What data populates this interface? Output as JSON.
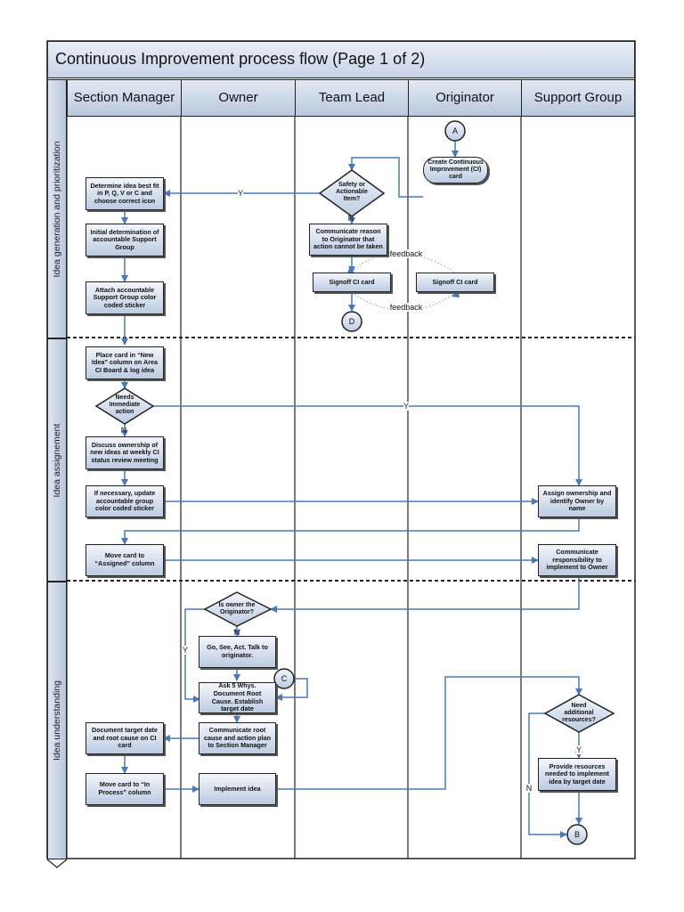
{
  "title": "Continuous Improvement process flow (Page 1 of 2)",
  "lanes": {
    "section_manager": "Section Manager",
    "owner": "Owner",
    "team_lead": "Team Lead",
    "originator": "Originator",
    "support_group": "Support Group"
  },
  "phases": {
    "idea_generation": "Idea generation and prioritization",
    "idea_assignment": "Idea assignement",
    "idea_understanding": "Idea understanding"
  },
  "nodes": {
    "create_ci_card": "Create Continuous Improvement (CI) card",
    "safety_decision": "Safety or Actionable Item?",
    "determine_fit": "Determine idea best fit in P, Q, V or C and choose correct icon",
    "initial_determination": "Initial determination of accountable Support Group",
    "attach_sticker": "Attach accountable Support Group color coded sticker",
    "communicate_reason": "Communicate reason to Originator that action cannot be taken",
    "signoff_tl": "Signoff CI card",
    "signoff_orig": "Signoff CI card",
    "place_card": "Place card  in “New Idea” column on Area CI Board & log idea",
    "needs_immediate": "Needs Immediate action",
    "discuss_ownership": "Discuss ownership of new ideas at weekly CI status review meeting",
    "update_sticker": "If necessary, update accountable  group color coded sticker",
    "assign_ownership": "Assign ownership and identify Owner by name",
    "move_assigned": "Move card to “Assigned” column",
    "communicate_responsibility": "Communicate responsibility to implement to Owner",
    "is_owner_originator": "Is owner the Originator?",
    "go_see_act": "Go, See, Act.  Talk to originator.",
    "ask_5_whys": "Ask 5 Whys. Document Root Cause. Establish target date",
    "communicate_root": "Communicate root cause and action plan to Section Manager",
    "document_target": "Document target date and root cause on CI card",
    "move_in_process": "Move card to “In Process” column",
    "implement_idea": "Implement idea",
    "need_resources": "Need additional resources?",
    "provide_resources": "Provide resources needed to implement idea by target date"
  },
  "connectors": {
    "a": "A",
    "b": "B",
    "c": "C",
    "d": "D"
  },
  "labels": {
    "y": "Y",
    "n": "N",
    "feedback": "feedback"
  },
  "colors": {
    "line": "#4a78b8",
    "box_fill_top": "#f3f6fb",
    "box_fill_bottom": "#bccbe2",
    "border": "#222222"
  }
}
